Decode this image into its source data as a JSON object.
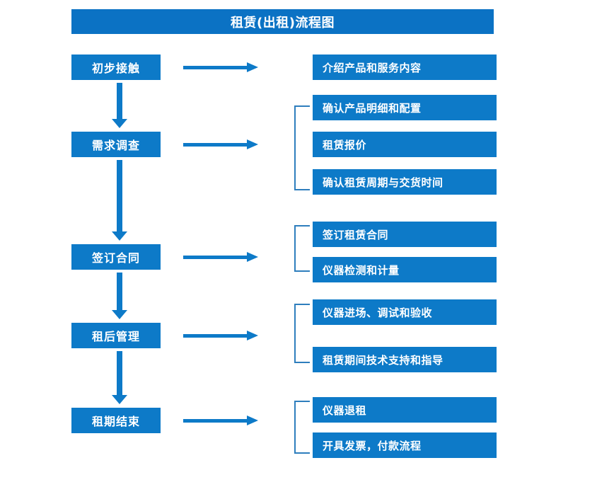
{
  "title": "租赁(出租)流程图",
  "colors": {
    "title_bar_blue": "#0b72c4",
    "box_blue": "#0d7ac8",
    "bracket_blue": "#2e7ebd",
    "text_white": "#ffffff",
    "background": "#ffffff"
  },
  "stages": [
    {
      "label": "初步接触"
    },
    {
      "label": "需求调查"
    },
    {
      "label": "签订合同"
    },
    {
      "label": "租后管理"
    },
    {
      "label": "租期结束"
    }
  ],
  "details": [
    {
      "label": "介绍产品和服务内容"
    },
    {
      "label": "确认产品明细和配置"
    },
    {
      "label": "租赁报价"
    },
    {
      "label": "确认租赁周期与交货时间"
    },
    {
      "label": "签订租赁合同"
    },
    {
      "label": "仪器检测和计量"
    },
    {
      "label": "仪器进场、调试和验收"
    },
    {
      "label": "租赁期间技术支持和指导"
    },
    {
      "label": "仪器退租"
    },
    {
      "label": "开具发票，付款流程"
    }
  ],
  "groups": [
    {
      "stage": "初步接触",
      "detail_labels": [
        "介绍产品和服务内容"
      ],
      "bracketed": false
    },
    {
      "stage": "需求调查",
      "detail_labels": [
        "确认产品明细和配置",
        "租赁报价",
        "确认租赁周期与交货时间"
      ],
      "bracketed": true
    },
    {
      "stage": "签订合同",
      "detail_labels": [
        "签订租赁合同",
        "仪器检测和计量"
      ],
      "bracketed": true
    },
    {
      "stage": "租后管理",
      "detail_labels": [
        "仪器进场、调试和验收",
        "租赁期间技术支持和指导"
      ],
      "bracketed": true
    },
    {
      "stage": "租期结束",
      "detail_labels": [
        "仪器退租",
        "开具发票，付款流程"
      ],
      "bracketed": true
    }
  ]
}
